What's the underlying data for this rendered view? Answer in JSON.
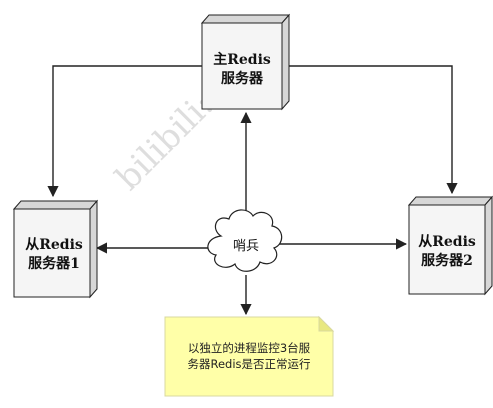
{
  "master": {
    "line1": "主Redis",
    "line2": "服务器"
  },
  "slave1": {
    "line1": "从Redis",
    "line2": "服务器1"
  },
  "slave2": {
    "line1": "从Redis",
    "line2": "服务器2"
  },
  "sentinel": {
    "label": "哨兵"
  },
  "note": {
    "line1": "以独立的进程监控3台服",
    "line2": "务器Redis是否正常运行"
  },
  "watermark": {
    "text": "bilibili: 狂神"
  },
  "colors": {
    "box_fill": "#f5f5f5",
    "box_side": "#d7d7d7",
    "stroke": "#222222",
    "note_fill": "#ffffa8",
    "note_fold": "#e8e880",
    "cloud_fill": "#ffffff"
  }
}
